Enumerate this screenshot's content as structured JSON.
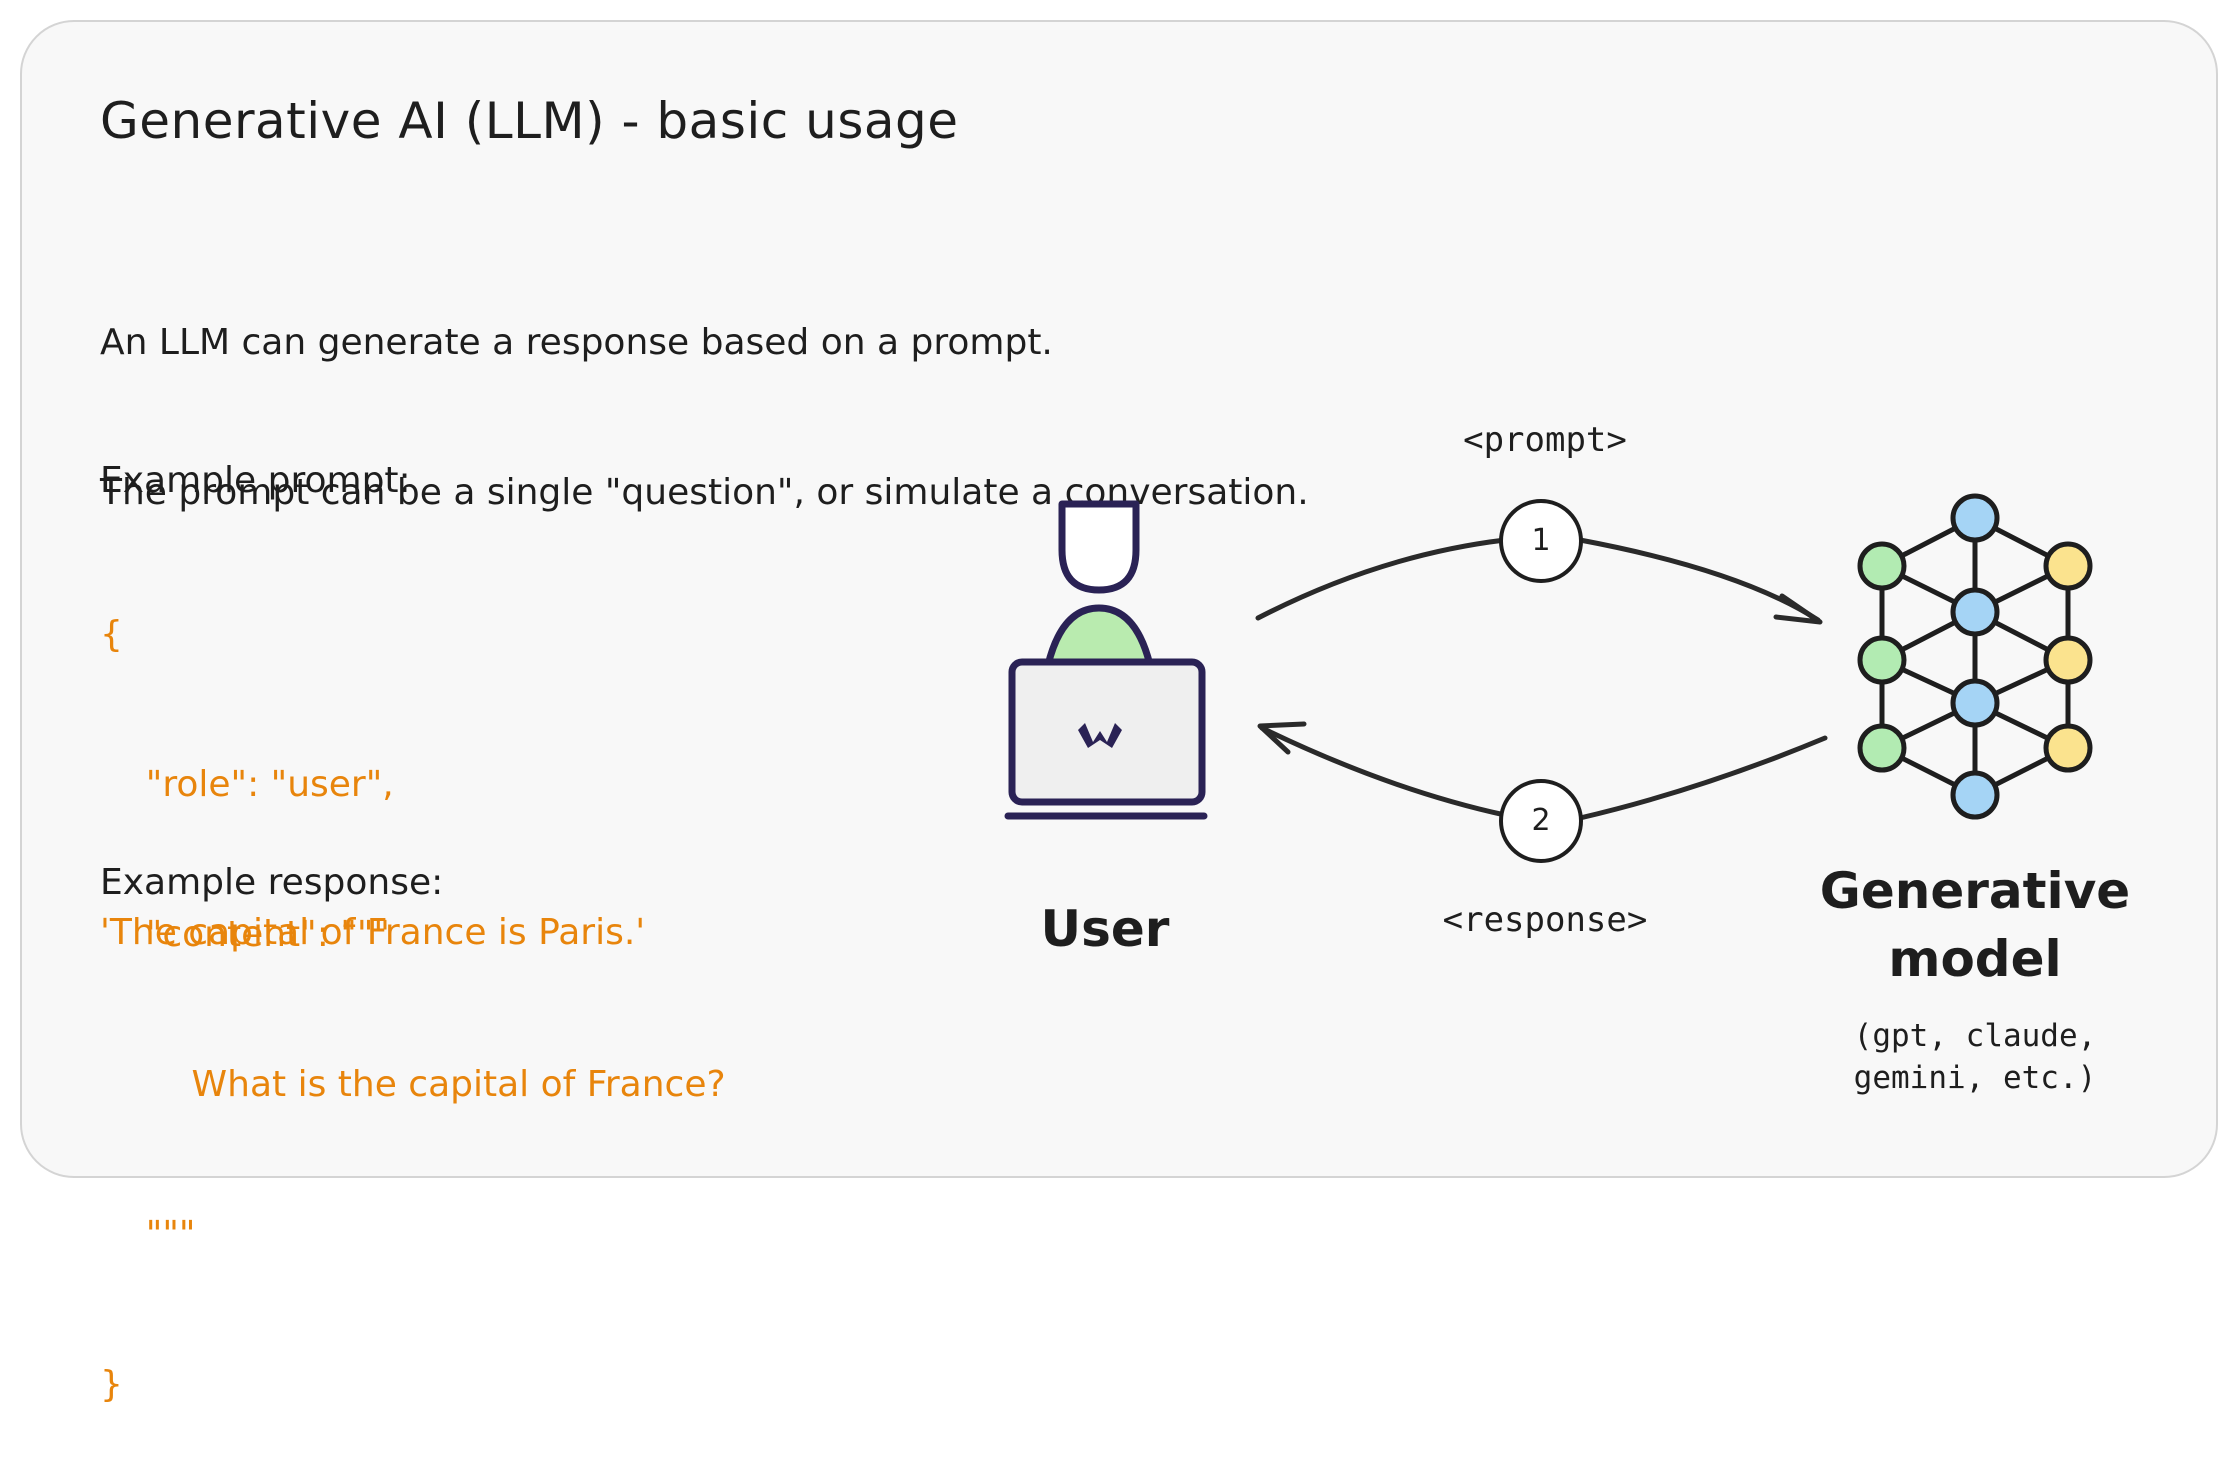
{
  "title": "Generative AI (LLM) - basic usage",
  "description": [
    "An LLM can generate a response based on a prompt.",
    "The prompt can be a single \"question\", or simulate a conversation."
  ],
  "example_prompt": {
    "label": "Example prompt:",
    "lines": [
      "{",
      "    \"role\": \"user\",",
      "    \"content\": \"\"\"",
      "        What is the capital of France?",
      "    \"\"\"",
      "}"
    ]
  },
  "example_response": {
    "label": "Example response:",
    "value": "'The capital of France is Paris.'"
  },
  "diagram": {
    "user_label": "User",
    "model_label_1": "Generative",
    "model_label_2": "model",
    "model_examples_1": "(gpt, claude,",
    "model_examples_2": "gemini, etc.)",
    "prompt_tag": "<prompt>",
    "response_tag": "<response>",
    "step_1": "1",
    "step_2": "2"
  },
  "colors": {
    "accent_orange": "#e8850c",
    "navy": "#2a2255",
    "node_blue": "#a5d4f5",
    "node_green": "#b2ebb2",
    "node_yellow": "#fbe38e",
    "user_shirt": "#b9ebaf",
    "laptop": "#efefef"
  }
}
